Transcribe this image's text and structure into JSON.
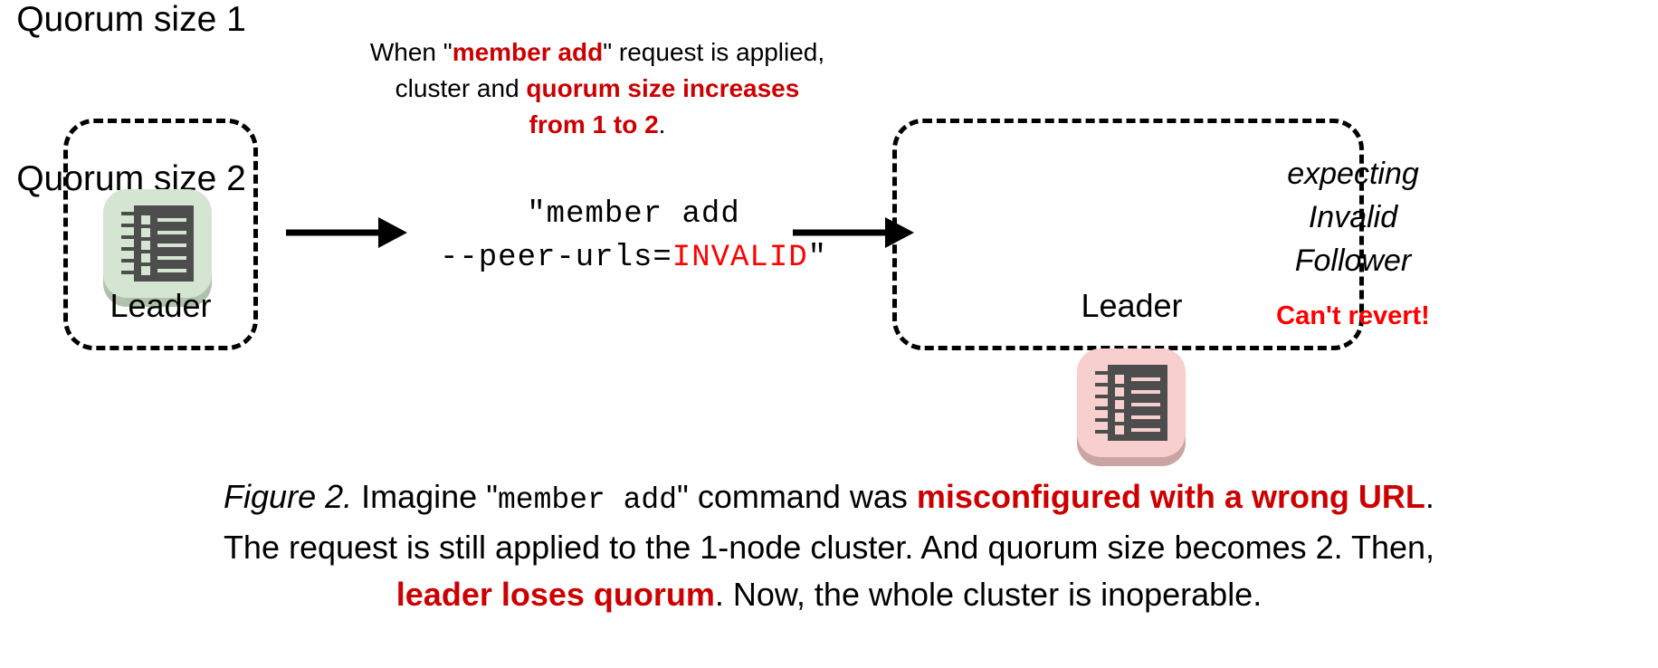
{
  "figure": {
    "background_color": "#ffffff",
    "accent_red": "#CC0000",
    "alert_red": "#FF0000",
    "icon_dark": "#4d4d4d"
  },
  "left_cluster": {
    "title": "Quorum size 1",
    "node_label": "Leader",
    "icon_name": "server-icon",
    "plate_color": "#d4e5d1",
    "plate_shadow_color": "#b0c2ab"
  },
  "right_cluster": {
    "title": "Quorum size 2",
    "node_label": "Leader",
    "icon_name": "server-icon",
    "plate_color": "#f7cfcd",
    "plate_shadow_color": "#c9a4a2",
    "status_line_1": "expecting",
    "status_line_2": "Invalid",
    "status_line_3": "Follower",
    "alert": "Can't revert!"
  },
  "annotation": {
    "line1_a": "When \"",
    "line1_b": "member add",
    "line1_c": "\" request is applied,",
    "line2_a": "cluster and ",
    "line2_b": "quorum size increases",
    "line3_a": "from 1 to 2",
    "line3_b": "."
  },
  "command": {
    "line1": "\"member add",
    "line2_a": "--peer-urls=",
    "line2_b": "INVALID",
    "line2_c": "\""
  },
  "arrows": {
    "left_arrow_name": "arrow-right",
    "right_arrow_name": "arrow-right"
  },
  "caption": {
    "line1_a": "Figure 2.",
    "line1_b": " Imagine \"",
    "line1_c": "member add",
    "line1_d": "\" command was ",
    "line1_e": "misconfigured with a wrong URL",
    "line1_f": ".",
    "line2": "The request is still applied to the 1-node cluster. And quorum size becomes 2. Then,",
    "line3_a": "leader loses quorum",
    "line3_b": ". Now, the whole cluster is inoperable."
  }
}
